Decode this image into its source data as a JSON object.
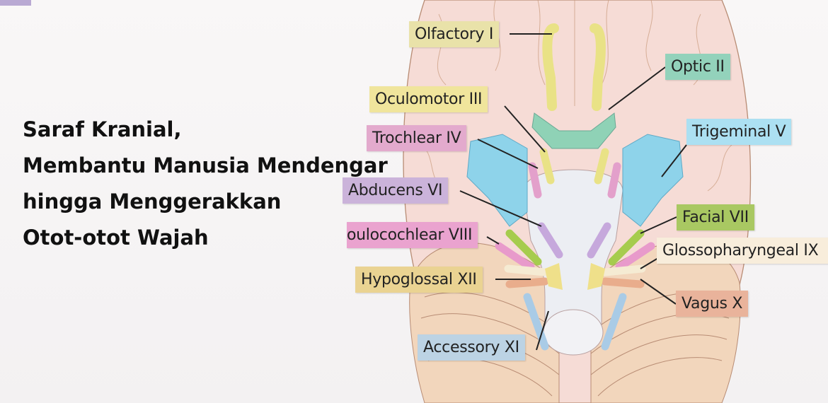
{
  "headline": {
    "lines": [
      "Saraf Kranial,",
      "Membantu Manusia Mendengar",
      "hingga Menggerakkan",
      "Otot-otot Wajah"
    ]
  },
  "nerves": [
    {
      "id": "olfactory",
      "label": "Olfactory I",
      "color": "#e9e2a9"
    },
    {
      "id": "optic",
      "label": "Optic II",
      "color": "#93d2bb"
    },
    {
      "id": "oculomotor",
      "label": "Oculomotor III",
      "color": "#f0e59c"
    },
    {
      "id": "trochlear",
      "label": "Trochlear IV",
      "color": "#e3aacd"
    },
    {
      "id": "trigeminal",
      "label": "Trigeminal V",
      "color": "#ace0f2"
    },
    {
      "id": "abducens",
      "label": "Abducens VI",
      "color": "#cbb3da"
    },
    {
      "id": "facial",
      "label": "Facial VII",
      "color": "#a9c862"
    },
    {
      "id": "vestibulocochlear",
      "label": "oulocochlear VIII",
      "color": "#eaa3cf"
    },
    {
      "id": "glossopharyngeal",
      "label": "Glossopharyngeal IX",
      "color": "#f8eddb"
    },
    {
      "id": "vagus",
      "label": "Vagus X",
      "color": "#e9b39b"
    },
    {
      "id": "accessory",
      "label": "Accessory XI",
      "color": "#bcd3e4"
    },
    {
      "id": "hypoglossal",
      "label": "Hypoglossal XII",
      "color": "#ead392"
    }
  ]
}
